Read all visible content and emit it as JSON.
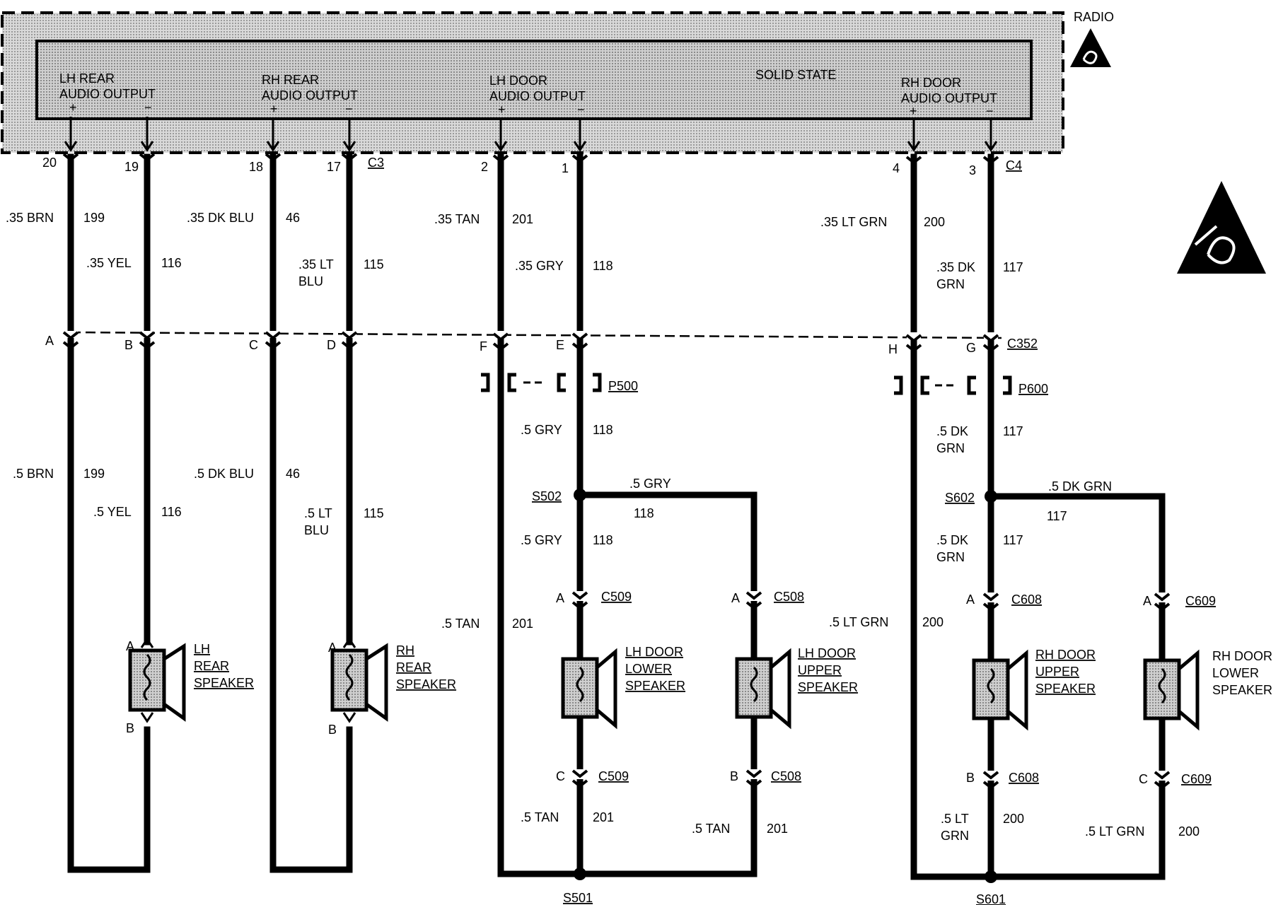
{
  "radio": {
    "title": "RADIO",
    "solid_state": "SOLID STATE",
    "outputs": [
      {
        "line1": "LH REAR",
        "line2": "AUDIO OUTPUT",
        "plus": "+",
        "minus": "−"
      },
      {
        "line1": "RH REAR",
        "line2": "AUDIO OUTPUT",
        "plus": "+",
        "minus": "−"
      },
      {
        "line1": "LH DOOR",
        "line2": "AUDIO OUTPUT",
        "plus": "+",
        "minus": "−"
      },
      {
        "line1": "RH DOOR",
        "line2": "AUDIO OUTPUT",
        "plus": "+",
        "minus": "−"
      }
    ]
  },
  "connectors": {
    "c3": "C3",
    "c4": "C4",
    "c352": "C352",
    "p500": "P500",
    "p600": "P600",
    "c509": "C509",
    "c508": "C508",
    "c608": "C608",
    "c609": "C609",
    "s501": "S501",
    "s502": "S502",
    "s601": "S601",
    "s602": "S602"
  },
  "pins": {
    "radio": [
      "20",
      "19",
      "18",
      "17",
      "2",
      "1",
      "4",
      "3"
    ],
    "c352": [
      "A",
      "B",
      "C",
      "D",
      "F",
      "E",
      "H",
      "G"
    ],
    "lh_rear_spk": [
      "A",
      "B"
    ],
    "rh_rear_spk": [
      "A",
      "B"
    ],
    "c509": [
      "A",
      "C"
    ],
    "c508": [
      "A",
      "B"
    ],
    "c608": [
      "A",
      "B"
    ],
    "c609": [
      "A",
      "C"
    ]
  },
  "wires": {
    "w1_top": {
      "color": ".35 BRN",
      "circuit": "199"
    },
    "w1_bot": {
      "color": ".5 BRN",
      "circuit": "199"
    },
    "w2_top": {
      "color": ".35 YEL",
      "circuit": "116"
    },
    "w2_bot": {
      "color": ".5 YEL",
      "circuit": "116"
    },
    "w3_top": {
      "color": ".35 DK BLU",
      "circuit": "46"
    },
    "w3_bot": {
      "color": ".5 DK BLU",
      "circuit": "46"
    },
    "w4_top": {
      "color1": ".35 LT",
      "color2": "BLU",
      "circuit": "115"
    },
    "w4_bot": {
      "color1": ".5 LT",
      "color2": "BLU",
      "circuit": "115"
    },
    "w5_top": {
      "color": ".35 TAN",
      "circuit": "201"
    },
    "w5_bot": {
      "color": ".5 TAN",
      "circuit": "201"
    },
    "w6_top": {
      "color": ".35 GRY",
      "circuit": "118"
    },
    "w6_mid": {
      "color": ".5 GRY",
      "circuit": "118"
    },
    "w6_branch": {
      "color": ".5 GRY",
      "circuit": "118"
    },
    "w6_low": {
      "color": ".5 GRY",
      "circuit": "118"
    },
    "w6_ret": {
      "color": ".5 TAN",
      "circuit": "201"
    },
    "w6_ret2": {
      "color": ".5 TAN",
      "circuit": "201"
    },
    "w7_top": {
      "color": ".35 LT GRN",
      "circuit": "200"
    },
    "w7_bot": {
      "color": ".5 LT GRN",
      "circuit": "200"
    },
    "w8_top": {
      "color1": ".35 DK",
      "color2": "GRN",
      "circuit": "117"
    },
    "w8_mid": {
      "color1": ".5 DK",
      "color2": "GRN",
      "circuit": "117"
    },
    "w8_branch": {
      "color": ".5 DK GRN",
      "circuit": "117"
    },
    "w8_low": {
      "color1": ".5 DK",
      "color2": "GRN",
      "circuit": "117"
    },
    "w8_ret": {
      "color1": ".5 LT",
      "color2": "GRN",
      "circuit": "200"
    },
    "w8_ret2": {
      "color": ".5 LT GRN",
      "circuit": "200"
    }
  },
  "speakers": {
    "lh_rear": [
      "LH",
      "REAR",
      "SPEAKER"
    ],
    "rh_rear": [
      "RH",
      "REAR",
      "SPEAKER"
    ],
    "lh_door_lower": [
      "LH DOOR",
      "LOWER",
      "SPEAKER"
    ],
    "lh_door_upper": [
      "LH DOOR",
      "UPPER",
      "SPEAKER"
    ],
    "rh_door_upper": [
      "RH DOOR",
      "UPPER",
      "SPEAKER"
    ],
    "rh_door_lower": [
      "RH DOOR",
      "LOWER",
      "SPEAKER"
    ]
  },
  "icons": {
    "esd_small": "esd-warning-icon",
    "esd_large": "esd-warning-icon"
  }
}
